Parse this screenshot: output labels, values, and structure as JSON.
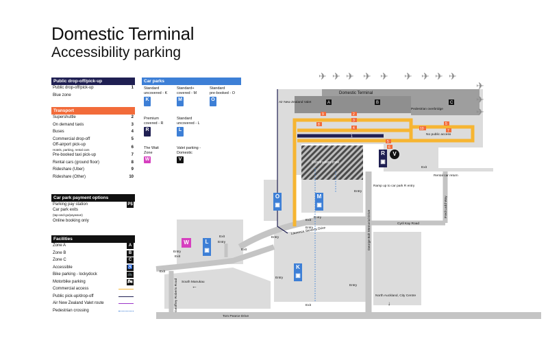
{
  "header": {
    "title": "Domestic Terminal",
    "subtitle": "Accessibility parking"
  },
  "colors": {
    "navy": "#1f1f52",
    "orange": "#f26b3a",
    "blue": "#3d7fd6",
    "black": "#111111",
    "gold": "#f6b532",
    "purple": "#9b35c9",
    "dotted": "#3d7fd6",
    "grey": "#d8d8d8",
    "road": "#c4c4c4"
  },
  "legend": {
    "public_dropoff": {
      "header": "Public drop-off/pick-up",
      "rows": [
        {
          "label": "Public drop-off/pick-up",
          "num": "1"
        },
        {
          "label": "Blue zone",
          "num": ""
        }
      ]
    },
    "transport": {
      "header": "Transport",
      "rows": [
        {
          "label": "Supershuttle",
          "num": "2"
        },
        {
          "label": "On demand taxis",
          "num": "3"
        },
        {
          "label": "Buses",
          "num": "4"
        },
        {
          "label": "Commercial drop-off",
          "num": "5"
        },
        {
          "label": "Off-airport pick-up",
          "sub": "Hotels, parking, rental cars",
          "num": "6"
        },
        {
          "label": "Pre-booked taxi pick-up",
          "num": "7"
        },
        {
          "label": "Rental cars (ground floor)",
          "num": "8"
        },
        {
          "label": "Rideshare (Uber)",
          "num": "9"
        },
        {
          "label": "Rideshare (Other)",
          "num": "10"
        }
      ]
    },
    "payment": {
      "header": "Car park payment options",
      "rows": [
        {
          "label": "Parking pay station",
          "badge": "P$"
        },
        {
          "label": "Car park exits",
          "sub": "(tap-and-go/paywave)",
          "badge": ""
        },
        {
          "label": "Online booking only",
          "badge": ""
        }
      ]
    },
    "facilities": {
      "header": "Facilities",
      "rows": [
        {
          "label": "Zone A",
          "badge": "A"
        },
        {
          "label": "Zone B",
          "badge": "B"
        },
        {
          "label": "Zone C",
          "badge": "C"
        },
        {
          "label": "Accessible",
          "badge": "♿"
        },
        {
          "label": "Bike parking - lockydock",
          "badge": "🚲"
        },
        {
          "label": "Motorbike parking",
          "badge": "🏍"
        },
        {
          "label": "Commercial access",
          "line": "gold"
        },
        {
          "label": "Public pick-up/drop-off",
          "line": "navy"
        },
        {
          "label": "Air New Zealand Valet route",
          "line": "purple"
        },
        {
          "label": "Pedestrian crossing",
          "line": "dotted"
        }
      ]
    }
  },
  "car_parks": {
    "header": "Car parks",
    "items": [
      {
        "line1": "Standard",
        "line2": "uncovered - K",
        "letter": "K"
      },
      {
        "line1": "Standard+",
        "line2": "covered - M",
        "letter": "M"
      },
      {
        "line1": "Standard",
        "line2": "pre-booked - O",
        "letter": "O"
      },
      {
        "line1": "Premium",
        "line2": "covered - R",
        "letter": "R"
      },
      {
        "line1": "Standard",
        "line2": "uncovered - L",
        "letter": "L"
      },
      {
        "line1": "The Wait",
        "line2": "Zone",
        "letter": "W"
      },
      {
        "line1": "Valet parking -",
        "line2": "Domestic",
        "letter": "V"
      }
    ]
  },
  "map": {
    "terminal_label": "Domestic Terminal",
    "zone_a": "A",
    "zone_b": "B",
    "zone_c": "C",
    "air_nz_valet": "Air New Zealand Valet",
    "pedestrian_overbridge": "Pedestrian overbridge",
    "no_public_access": "No public access",
    "construction_zone": "Construction zone",
    "ramp": "Ramp up to car park R entry",
    "rental_car_return": "Rental car return",
    "fred_ladd_way": "Fred Ladd Way",
    "cyril_kay_road": "Cyril Kay Road",
    "laurence_stevens_drive": "Laurence Stevens Drive",
    "george_bolt": "George Bolt Memorial Drive",
    "south_manukau": "South Manukau",
    "geoffrey_roberts": "Geoffrey Roberts Road",
    "tom_pearce": "Tom Pearce Drive",
    "north_auckland": "North Auckland, City Centre",
    "entry": "Entry",
    "exit": "Exit",
    "entry_exit": "Entry Exit",
    "lane_number": "1",
    "labels": [
      "9",
      "8",
      "2",
      "3",
      "4",
      "5",
      "6",
      "7",
      "10",
      "5"
    ]
  }
}
